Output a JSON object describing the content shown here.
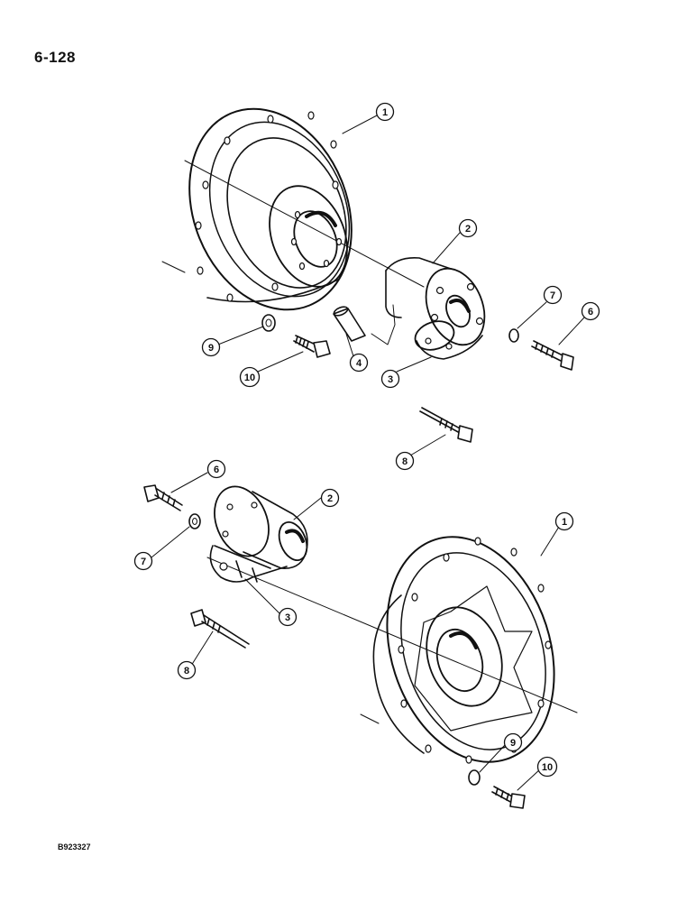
{
  "page": {
    "number": "6-128",
    "figure_id": "B923327"
  },
  "callouts": {
    "top": {
      "c1": "1",
      "c2": "2",
      "c3": "3",
      "c4": "4",
      "c6": "6",
      "c7": "7",
      "c8": "8",
      "c9": "9",
      "c10": "10"
    },
    "bottom": {
      "c1": "1",
      "c2": "2",
      "c3": "3",
      "c6": "6",
      "c7": "7",
      "c8": "8",
      "c9": "9",
      "c10": "10"
    }
  }
}
